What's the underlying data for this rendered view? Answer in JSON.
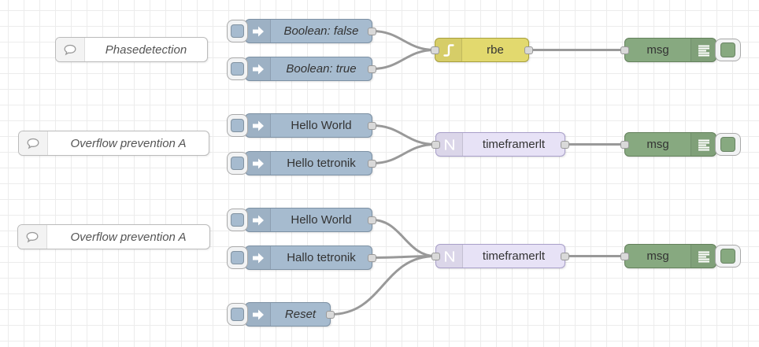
{
  "app": "node-red-flow-editor",
  "colors": {
    "inject_fill": "#a6bbcf",
    "rbe_fill": "#e2d96e",
    "timeframer_fill": "#e7e2f6",
    "debug_fill": "#87a980",
    "comment_fill": "#ffffff",
    "wire": "#999999",
    "grid": "#ececec",
    "port_fill": "#d9d9d9"
  },
  "flow": {
    "comments": [
      {
        "label": "Phasedetection"
      },
      {
        "label": "Overflow prevention A"
      },
      {
        "label": "Overflow prevention A"
      }
    ],
    "injects": [
      {
        "label": "Boolean: false"
      },
      {
        "label": "Boolean: true"
      },
      {
        "label": "Hello World"
      },
      {
        "label": "Hello tetronik"
      },
      {
        "label": "Hello World"
      },
      {
        "label": "Hallo tetronik"
      },
      {
        "label": "Reset"
      }
    ],
    "filters": [
      {
        "label": "rbe"
      },
      {
        "label": "timeframerlt"
      },
      {
        "label": "timeframerlt"
      }
    ],
    "debugs": [
      {
        "label": "msg"
      },
      {
        "label": "msg"
      },
      {
        "label": "msg"
      }
    ]
  }
}
